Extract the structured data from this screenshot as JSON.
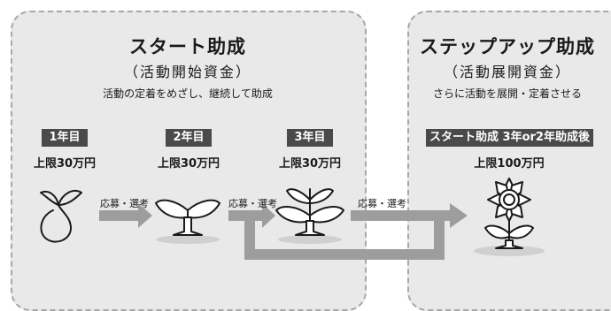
{
  "start": {
    "title": "スタート助成",
    "subtitle": "（活動開始資金）",
    "description": "活動の定着をめざし、継続して助成",
    "years": [
      {
        "badge": "1年目",
        "limit": "上限30万円"
      },
      {
        "badge": "2年目",
        "limit": "上限30万円"
      },
      {
        "badge": "3年目",
        "limit": "上限30万円"
      }
    ]
  },
  "stepup": {
    "title": "ステップアップ助成",
    "subtitle": "（活動展開資金）",
    "description": "さらに活動を展開・定着させる",
    "badge": "スタート助成 3年or2年助成後",
    "limit": "上限100万円"
  },
  "flow": {
    "arrow_label_1": "応募・選考",
    "arrow_label_2": "応募・選考",
    "arrow_label_3": "応募・選考"
  },
  "colors": {
    "panel": "#e9e9e9",
    "panel_border": "#a7a7a7",
    "badge": "#4a4a4a",
    "arrow": "#9d9d9d",
    "ground": "#d0d0d0"
  },
  "icons": [
    "sprout-seed-icon",
    "sprout-icon",
    "plant-icon",
    "flower-icon"
  ]
}
